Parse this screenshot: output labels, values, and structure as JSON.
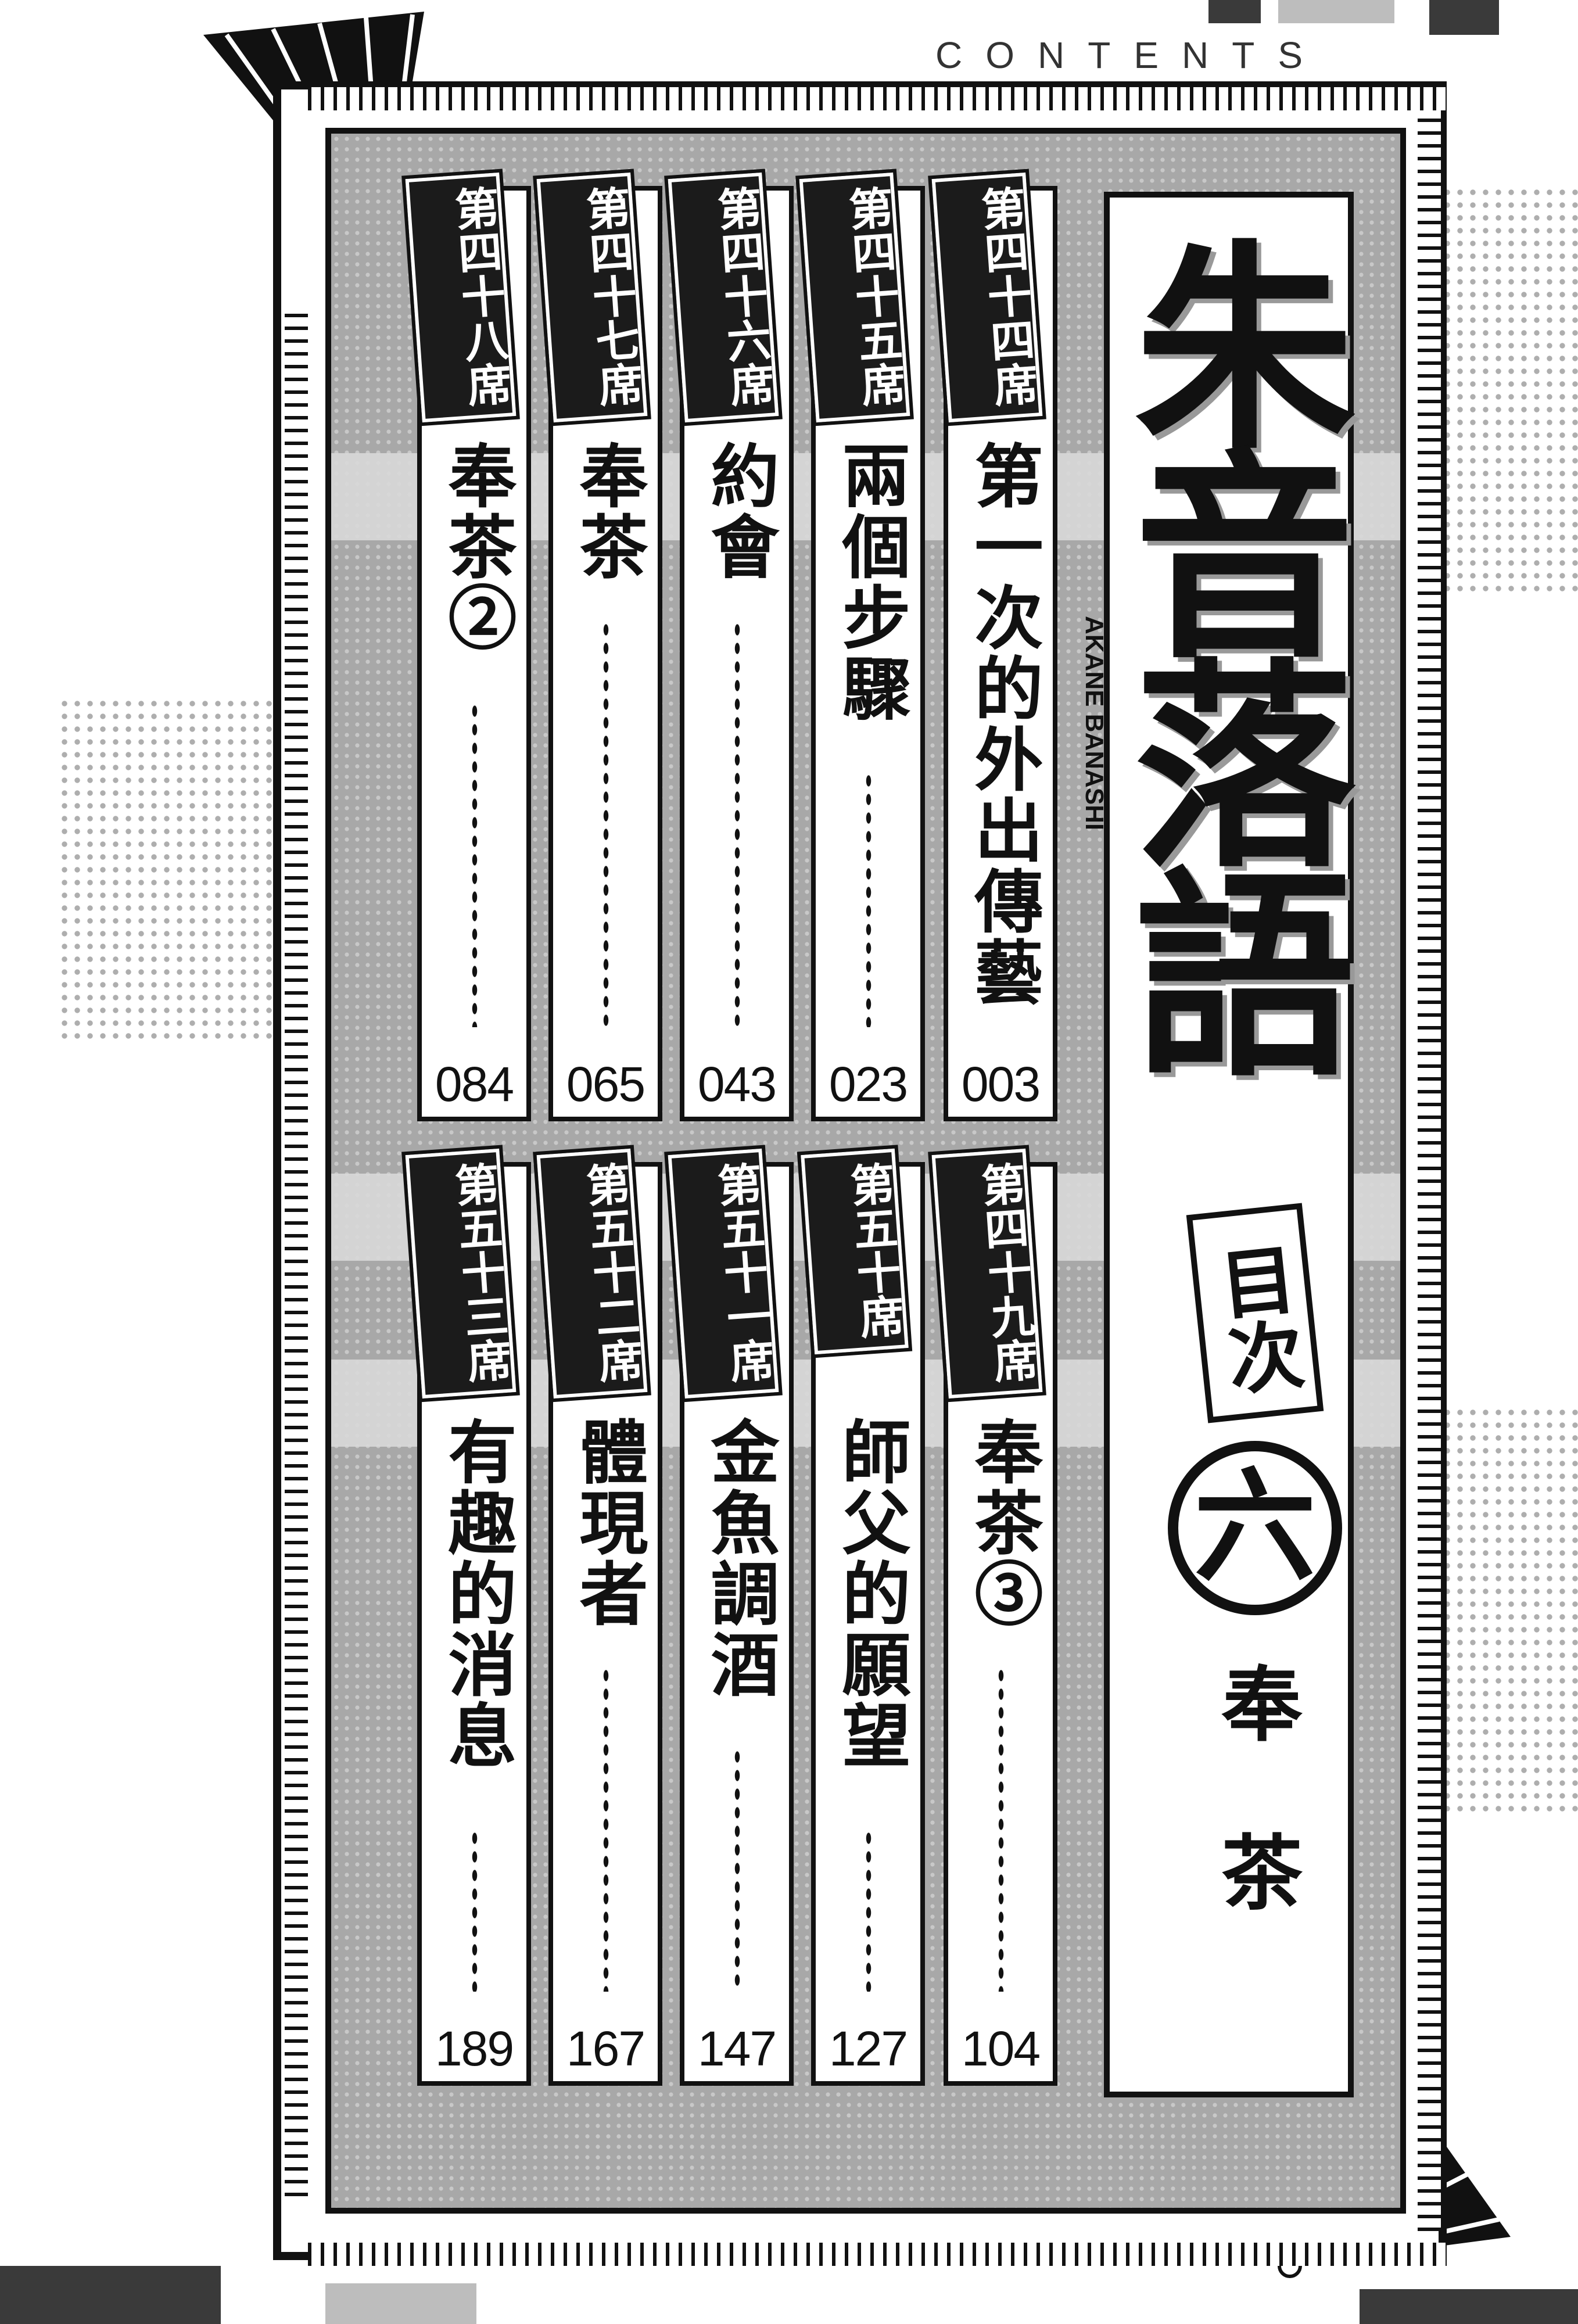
{
  "header": {
    "label": "CONTENTS"
  },
  "series": {
    "title": "朱音落語",
    "romaji": "AKANE BANASHI",
    "toc_label": "目次",
    "volume": "六",
    "volume_subtitle": "奉茶"
  },
  "chapters": [
    {
      "number": "第四十四席",
      "title": "第一次的外出傳藝",
      "page": "003"
    },
    {
      "number": "第四十五席",
      "title": "兩個步驟",
      "page": "023"
    },
    {
      "number": "第四十六席",
      "title": "約會",
      "page": "043"
    },
    {
      "number": "第四十七席",
      "title": "奉茶",
      "page": "065"
    },
    {
      "number": "第四十八席",
      "title": "奉茶②",
      "page": "084"
    },
    {
      "number": "第四十九席",
      "title": "奉茶③",
      "page": "104"
    },
    {
      "number": "第五十席",
      "title": "師父的願望",
      "page": "127"
    },
    {
      "number": "第五十一席",
      "title": "金魚調酒",
      "page": "147"
    },
    {
      "number": "第五十二席",
      "title": "體現者",
      "page": "167"
    },
    {
      "number": "第五十三席",
      "title": "有趣的消息",
      "page": "189"
    }
  ]
}
